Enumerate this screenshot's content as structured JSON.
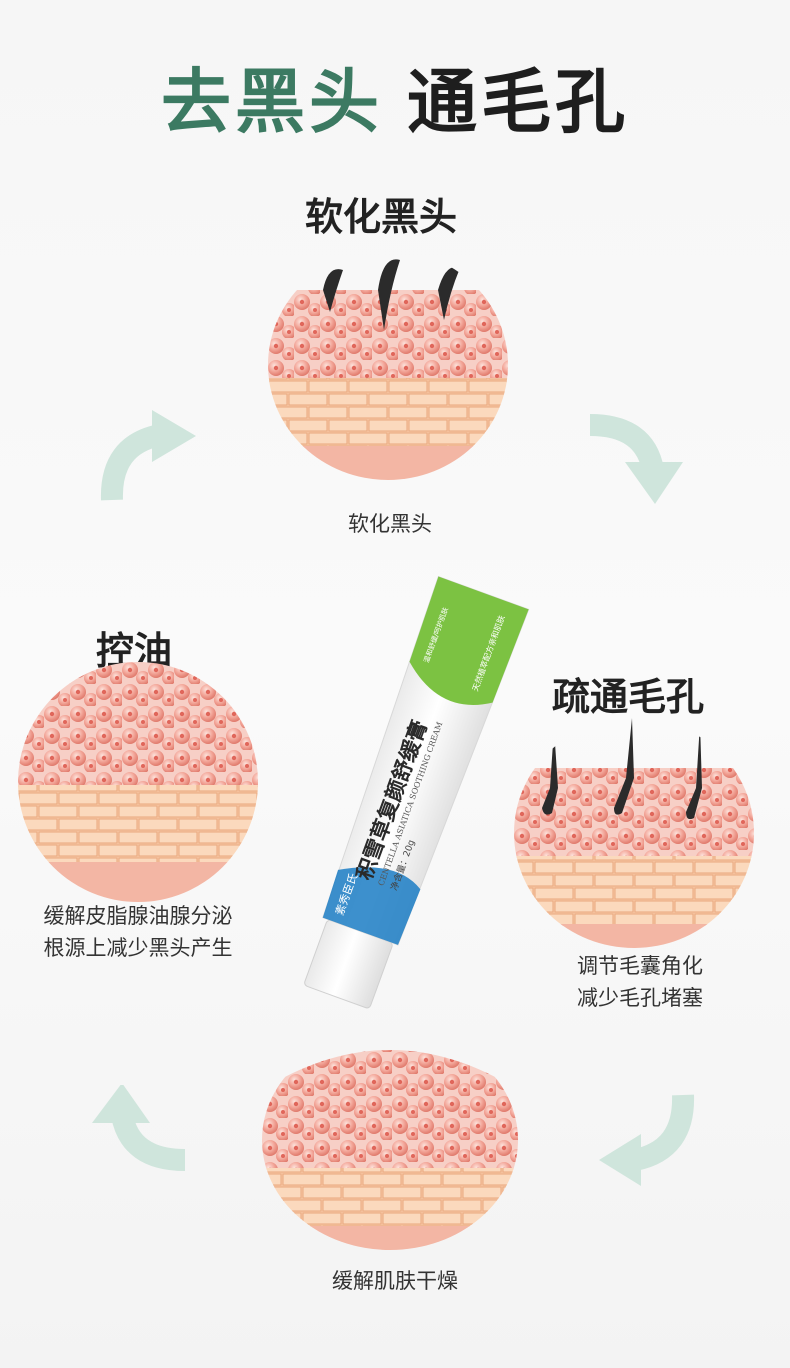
{
  "headline": {
    "part1": "去黑头",
    "part2": "通毛孔"
  },
  "top": {
    "title": "软化黑头",
    "caption": "软化黑头"
  },
  "left": {
    "title": "控油",
    "caption_line1": "缓解皮脂腺油腺分泌",
    "caption_line2": "根源上减少黑头产生"
  },
  "right": {
    "title": "疏通毛孔",
    "caption_line1": "调节毛囊角化",
    "caption_line2": "减少毛孔堵塞"
  },
  "bottom": {
    "caption": "缓解肌肤干燥"
  },
  "product": {
    "brand": "素秀臣氏",
    "name": "积雪草复颜舒缓膏",
    "english": "CENTELLA ASIATICA SOOTHING CREAM",
    "net": "净含量：20g",
    "tag1": "天然植萃配方亲和肌肤",
    "tag2": "温和舒缓/呵护肌肤"
  },
  "colors": {
    "accent_green": "#3c7a62",
    "arrow": "#cfe5dc",
    "tube_green": "#7cc242",
    "tube_blue": "#1b7dc4"
  }
}
